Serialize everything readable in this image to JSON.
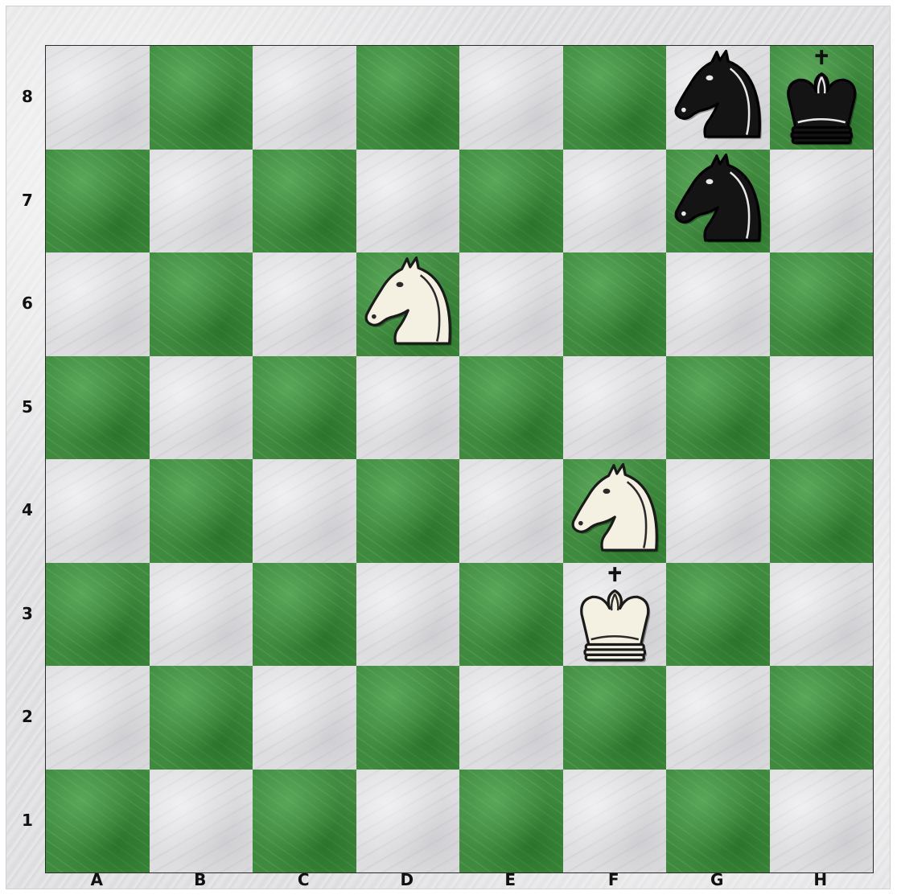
{
  "board": {
    "files": [
      "A",
      "B",
      "C",
      "D",
      "E",
      "F",
      "G",
      "H"
    ],
    "ranks": [
      "8",
      "7",
      "6",
      "5",
      "4",
      "3",
      "2",
      "1"
    ],
    "colors": {
      "light_square": "#dedee1",
      "dark_square": "#3f8a3f",
      "white_piece": "#f5f1e2",
      "black_piece": "#141414"
    },
    "pieces": [
      {
        "square": "g8",
        "color": "black",
        "type": "knight",
        "icon": "black-knight-icon"
      },
      {
        "square": "h8",
        "color": "black",
        "type": "king",
        "icon": "black-king-icon"
      },
      {
        "square": "g7",
        "color": "black",
        "type": "knight",
        "icon": "black-knight-icon"
      },
      {
        "square": "d6",
        "color": "white",
        "type": "knight",
        "icon": "white-knight-icon"
      },
      {
        "square": "f4",
        "color": "white",
        "type": "knight",
        "icon": "white-knight-icon"
      },
      {
        "square": "f3",
        "color": "white",
        "type": "king",
        "icon": "white-king-icon"
      }
    ]
  }
}
